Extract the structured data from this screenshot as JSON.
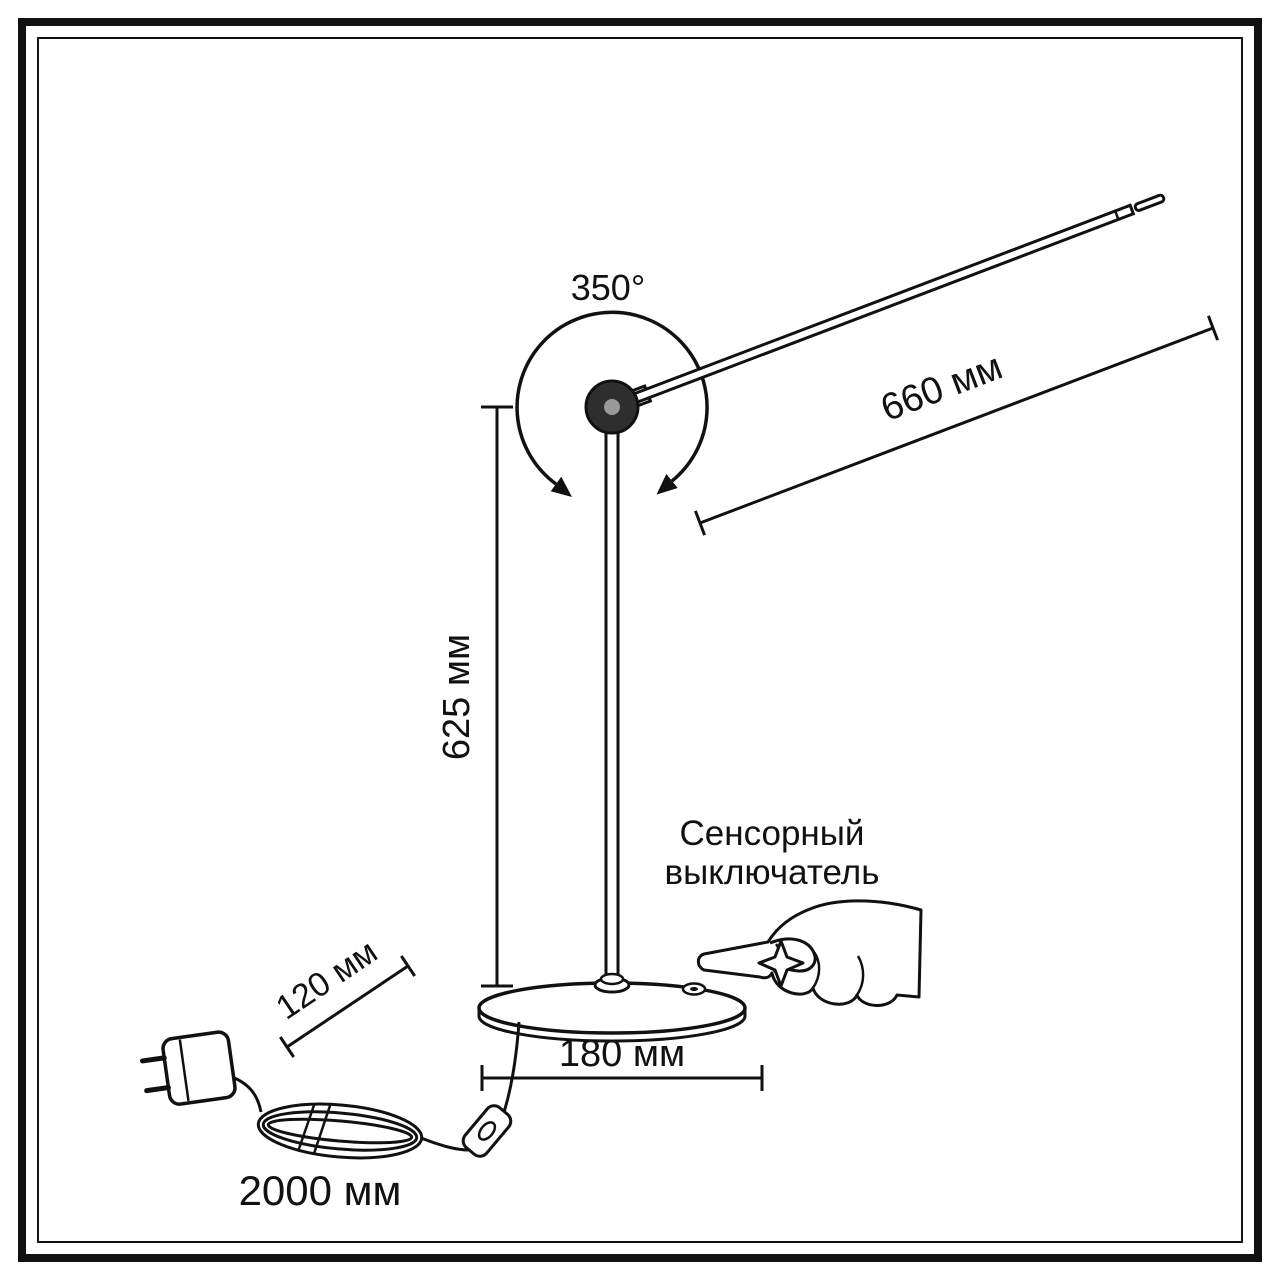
{
  "diagram": {
    "type": "lamp-technical-drawing",
    "colors": {
      "line": "#111111",
      "background": "#ffffff",
      "pivot_fill": "#2e2e2e"
    },
    "labels": {
      "rotation_angle": "350°",
      "arm_length": "660 мм",
      "pole_height": "625 мм",
      "plug_offset": "120 мм",
      "base_diameter": "180 мм",
      "cord_length": "2000 мм",
      "touch_switch_line1": "Сенсорный",
      "touch_switch_line2": "выключатель"
    }
  }
}
